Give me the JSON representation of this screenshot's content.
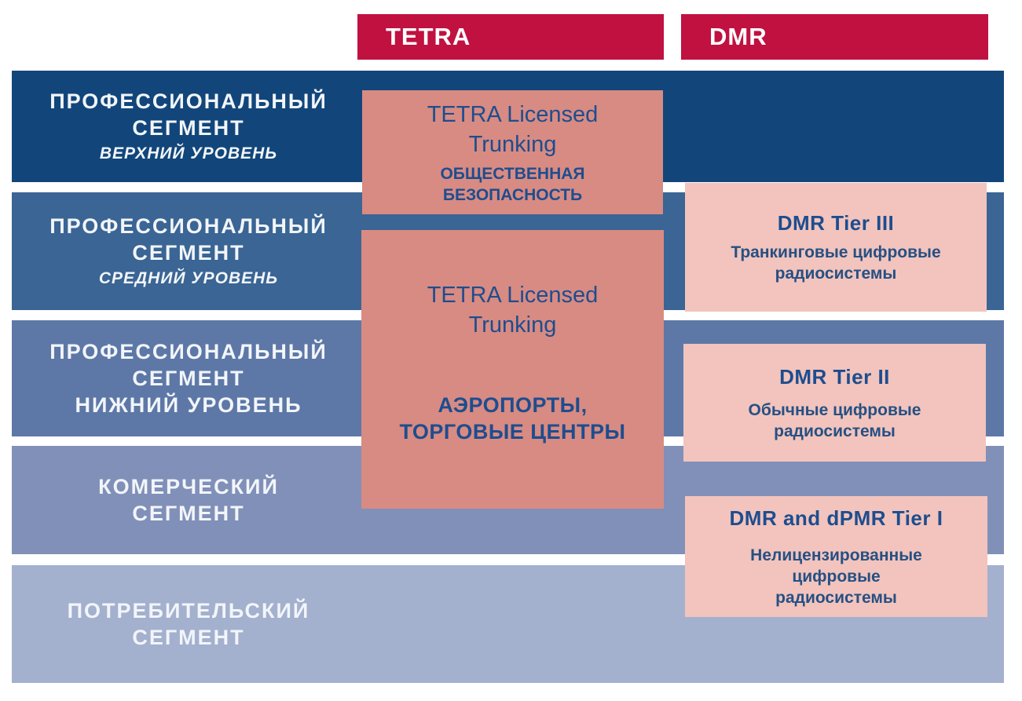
{
  "headers": {
    "tetra": "TETRA",
    "dmr": "DMR"
  },
  "segments": [
    {
      "line1": "ПРОФЕССИОНАЛЬНЫЙ",
      "line2": "СЕГМЕНТ",
      "level": "ВЕРХНИЙ УРОВЕНЬ"
    },
    {
      "line1": "ПРОФЕССИОНАЛЬНЫЙ",
      "line2": "СЕГМЕНТ",
      "level": "СРЕДНИЙ УРОВЕНЬ"
    },
    {
      "line1": "ПРОФЕССИОНАЛЬНЫЙ",
      "line2": "СЕГМЕНТ",
      "level": "НИЖНИЙ УРОВЕНЬ"
    },
    {
      "line1": "КОМЕРЧЕСКИЙ",
      "line2": "СЕГМЕНТ"
    },
    {
      "line1": "ПОТРЕБИТЕЛЬСКИЙ",
      "line2": "СЕГМЕНТ"
    }
  ],
  "tetra_boxes": [
    {
      "title_line1": "TETRA Licensed",
      "title_line2": "Trunking",
      "subtitle": "ОБЩЕСТВЕННАЯ БЕЗОПАСНОСТЬ"
    },
    {
      "title_line1": "TETRA Licensed",
      "title_line2": "Trunking",
      "subtitle": "АЭРОПОРТЫ, ТОРГОВЫЕ ЦЕНТРЫ"
    }
  ],
  "dmr_boxes": [
    {
      "title": "DMR Tier III",
      "subtitle": "Транкинговые цифровые радиосистемы"
    },
    {
      "title": "DMR Tier II",
      "subtitle": "Обычные цифровые радиосистемы"
    },
    {
      "title": "DMR and dPMR Tier I",
      "subtitle": "Нелицензированные цифровые радиосистемы"
    }
  ],
  "colors": {
    "crimson": "#c01140",
    "row1": "#12467b",
    "row2": "#3a6594",
    "row3": "#5d78a7",
    "row4": "#8090b8",
    "row5": "#a3b0ce",
    "salmon": "#d88b82",
    "pink": "#f2c4bd",
    "boxtext": "#1d4d8f",
    "subtext": "#265084"
  }
}
